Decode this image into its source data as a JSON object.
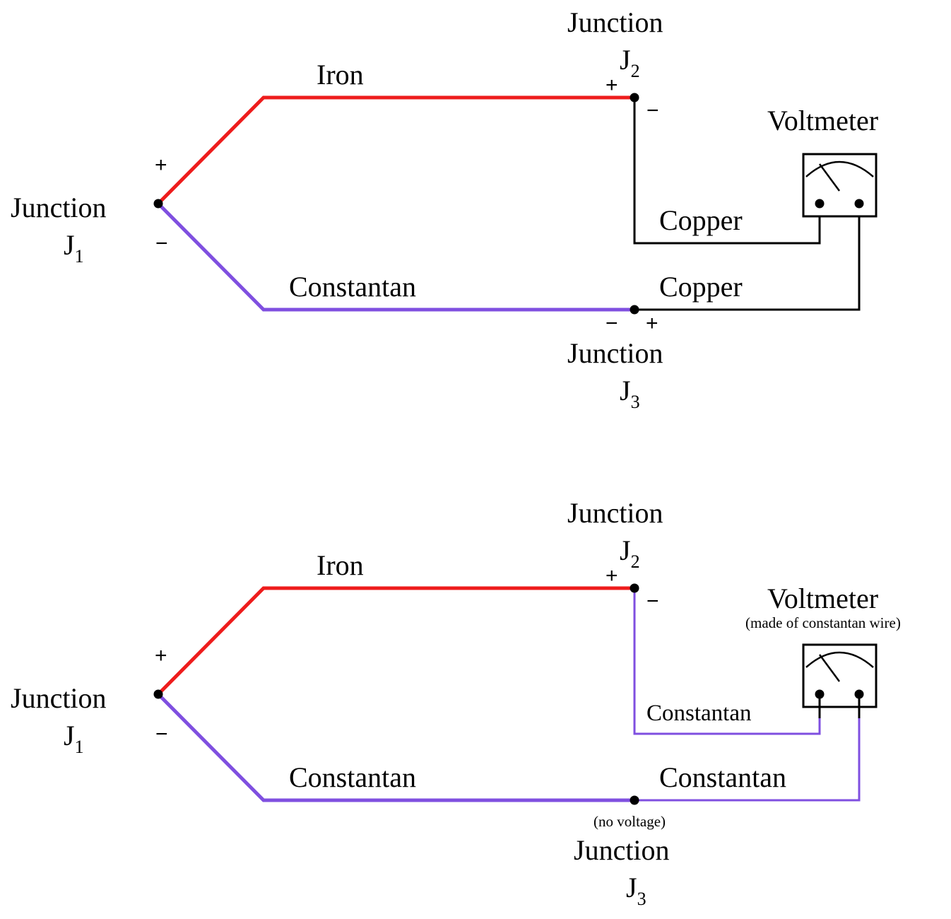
{
  "colors": {
    "iron": "#ee1c1c",
    "constantan": "#7f4fe0",
    "copper": "#000000"
  },
  "top": {
    "j1": {
      "word": "Junction",
      "letter": "J",
      "sub": "1"
    },
    "j2": {
      "word": "Junction",
      "letter": "J",
      "sub": "2"
    },
    "j3": {
      "word": "Junction",
      "letter": "J",
      "sub": "3"
    },
    "iron": "Iron",
    "constantan": "Constantan",
    "copper_upper": "Copper",
    "copper_lower": "Copper",
    "voltmeter": "Voltmeter",
    "plus": "+",
    "minus": "−"
  },
  "bottom": {
    "j1": {
      "word": "Junction",
      "letter": "J",
      "sub": "1"
    },
    "j2": {
      "word": "Junction",
      "letter": "J",
      "sub": "2"
    },
    "j3": {
      "word": "Junction",
      "letter": "J",
      "sub": "3"
    },
    "iron": "Iron",
    "constantan": "Constantan",
    "constantan_upper": "Constantan",
    "constantan_lower": "Constantan",
    "voltmeter": "Voltmeter",
    "voltmeter_note": "(made of constantan wire)",
    "no_voltage": "(no voltage)",
    "plus": "+",
    "minus": "−"
  }
}
